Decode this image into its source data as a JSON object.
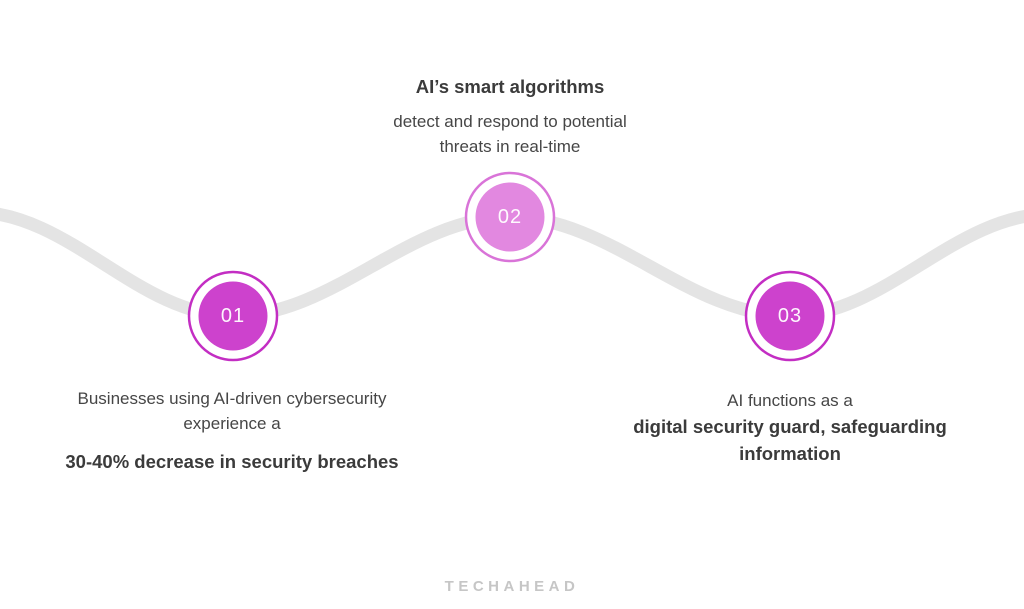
{
  "wave": {
    "color": "#e4e4e4"
  },
  "step1": {
    "number": "01",
    "circle_fill": "#cd42cd",
    "ring_color": "#c32ec3",
    "line1": "Businesses using AI-driven cybersecurity",
    "line2": "experience a",
    "bold_line": "30-40% decrease in security breaches"
  },
  "step2": {
    "number": "02",
    "circle_fill": "#e288e0",
    "ring_color": "#d974d8",
    "title": "AI’s smart algorithms",
    "line1": "detect and respond to potential",
    "line2": "threats in real-time"
  },
  "step3": {
    "number": "03",
    "circle_fill": "#cd42cd",
    "ring_color": "#c32ec3",
    "line1": "AI functions as a",
    "bold_line1": "digital security guard, safeguarding",
    "bold_line2": "information"
  },
  "footer": {
    "logo_text": "TECHAHEAD"
  }
}
